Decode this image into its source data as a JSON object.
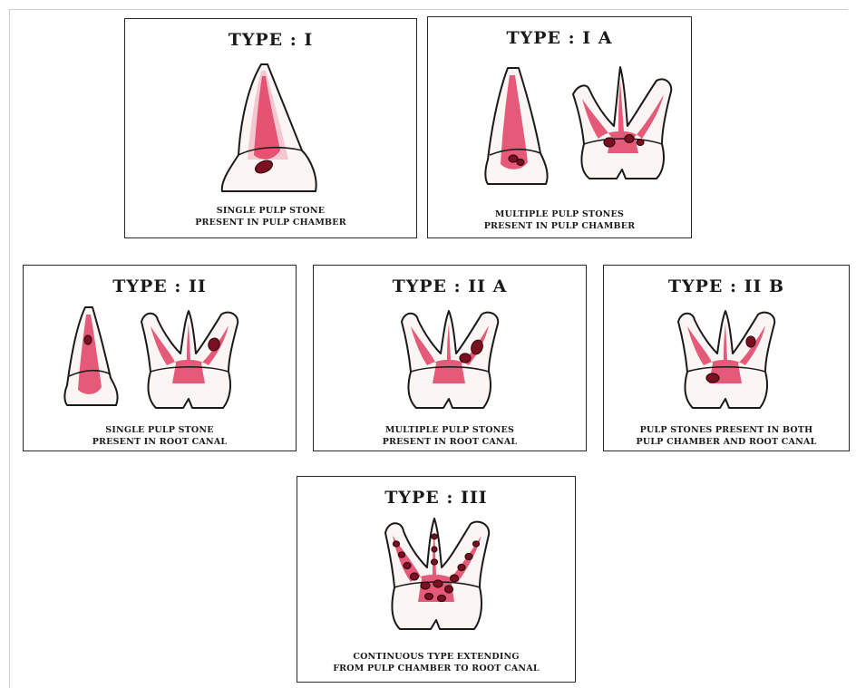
{
  "panels": [
    {
      "id": "type-1",
      "title": "TYPE : I",
      "caption": [
        "SINGLE PULP STONE",
        "PRESENT IN PULP CHAMBER"
      ]
    },
    {
      "id": "type-1a",
      "title": "TYPE : I A",
      "caption": [
        "MULTIPLE PULP STONES",
        "PRESENT IN PULP CHAMBER"
      ]
    },
    {
      "id": "type-2",
      "title": "TYPE : II",
      "caption": [
        "SINGLE PULP STONE",
        "PRESENT IN ROOT CANAL"
      ]
    },
    {
      "id": "type-2a",
      "title": "TYPE : II A",
      "caption": [
        "MULTIPLE PULP STONES",
        "PRESENT IN ROOT CANAL"
      ]
    },
    {
      "id": "type-2b",
      "title": "TYPE : II B",
      "caption": [
        "PULP STONES PRESENT IN BOTH",
        "PULP CHAMBER AND ROOT CANAL"
      ]
    },
    {
      "id": "type-3",
      "title": "TYPE : III",
      "caption": [
        "CONTINUOUS TYPE EXTENDING",
        "FROM PULP CHAMBER TO ROOT CANAL"
      ]
    }
  ],
  "colors": {
    "pulp": "#e03e62",
    "stone": "#7a1020",
    "outline": "#1a1a1a"
  }
}
